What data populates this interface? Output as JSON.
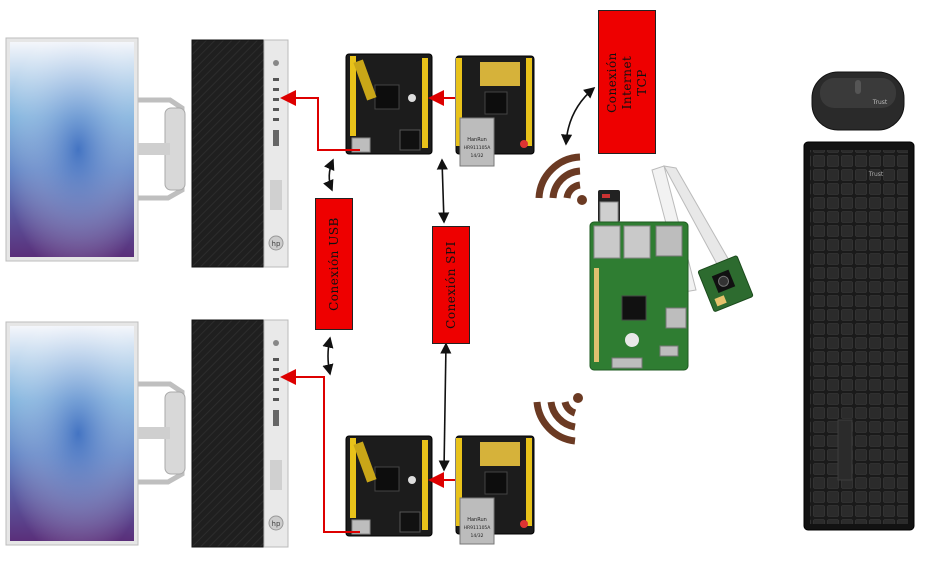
{
  "labels": {
    "usb": "Conexión USB",
    "spi": "Conexión SPI",
    "tcp": "Conexión Internet TCP"
  },
  "board_text": {
    "ethernet_brand": "HanRun",
    "ethernet_model": "HR911105A",
    "ethernet_code": "14/32",
    "mouse_brand": "Trust",
    "keyboard_brand": "Trust",
    "pc_logo": "hp"
  },
  "colors": {
    "label_bg": "#ee0000",
    "arrow_red": "#dd0000",
    "connector_black": "#111111",
    "wifi_brown": "#6b3a23",
    "pcb_black": "#1c1c1c",
    "header_yellow": "#e8c21a",
    "rpi_green": "#2f7d32"
  },
  "icons": [
    "monitor-icon",
    "desktop-tower-icon",
    "arduino-board-icon",
    "ethernet-shield-icon",
    "raspberry-pi-icon",
    "camera-module-icon",
    "wifi-dongle-icon",
    "wifi-signal-icon",
    "mouse-icon",
    "keyboard-icon"
  ]
}
